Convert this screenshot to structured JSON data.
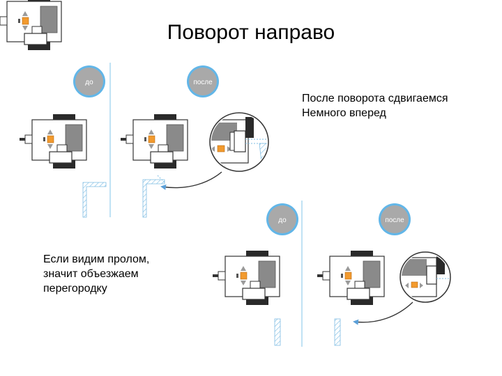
{
  "title": "Поворот направо",
  "labels": {
    "before": "до",
    "after": "после"
  },
  "note_top": {
    "lines": [
      "После поворота сдвигаемся",
      "Немного вперед"
    ]
  },
  "note_bottom": {
    "lines": [
      "Если видим пролом,",
      "значит объезжаем",
      "перегородку"
    ]
  },
  "colors": {
    "badge": "#a9a9a9",
    "badge_ring": "#62b6e8",
    "divider": "#9fd3ef",
    "wall": "#7fbde3",
    "wheel": "#2a2a2a",
    "sensor": "#f29a2e",
    "arrow": "#5a9fd8",
    "body_outline": "#333333",
    "motor": "#8a8a8a"
  }
}
